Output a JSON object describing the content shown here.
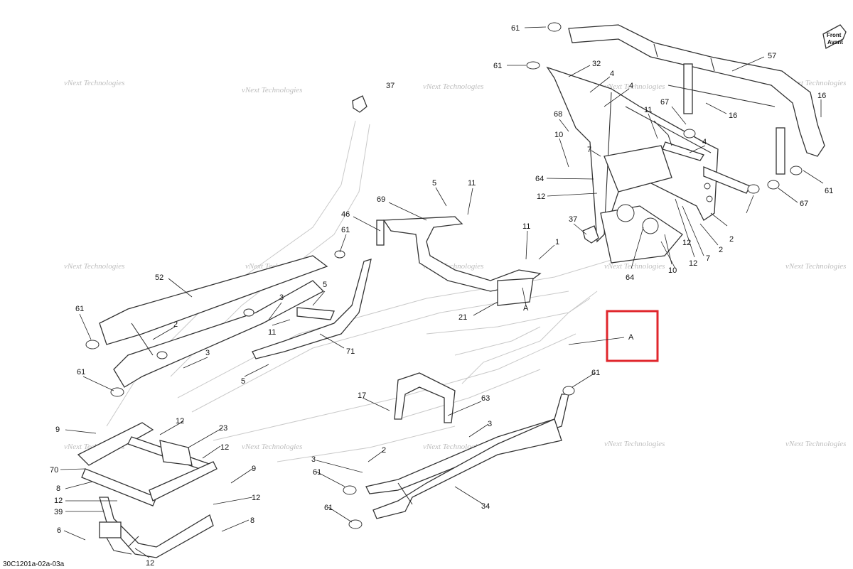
{
  "diagram": {
    "drawing_code": "30C1201a-02a-03a",
    "front_label": [
      "Front",
      "Avant"
    ],
    "detail_box_label": "A",
    "highlight_color": "#e0262c",
    "watermarks": [
      "vNext Technologies",
      "vNext Technologies",
      "vNext Technologies",
      "vNext Technologies",
      "vNext Technologies",
      "vNext Technologies",
      "vNext Technologies",
      "vNext Technologies",
      "vNext Technologies",
      "vNext Technologies",
      "vNext Technologies",
      "vNext Technologies",
      "vNext Technologies",
      "vNext Technologies",
      "vNext Technologies"
    ],
    "callouts": [
      "61",
      "61",
      "57",
      "32",
      "4",
      "4",
      "16",
      "16",
      "67",
      "11",
      "68",
      "10",
      "7",
      "4",
      "64",
      "12",
      "61",
      "67",
      "37",
      "5",
      "11",
      "69",
      "46",
      "61",
      "11",
      "1",
      "37",
      "2",
      "2",
      "64",
      "10",
      "12",
      "7",
      "12",
      "52",
      "3",
      "5",
      "11",
      "2",
      "3",
      "61",
      "61",
      "71",
      "5",
      "21",
      "A",
      "17",
      "63",
      "3",
      "2",
      "3",
      "61",
      "61",
      "34",
      "61",
      "9",
      "12",
      "23",
      "12",
      "70",
      "9",
      "8",
      "12",
      "39",
      "12",
      "6",
      "8",
      "12"
    ]
  }
}
